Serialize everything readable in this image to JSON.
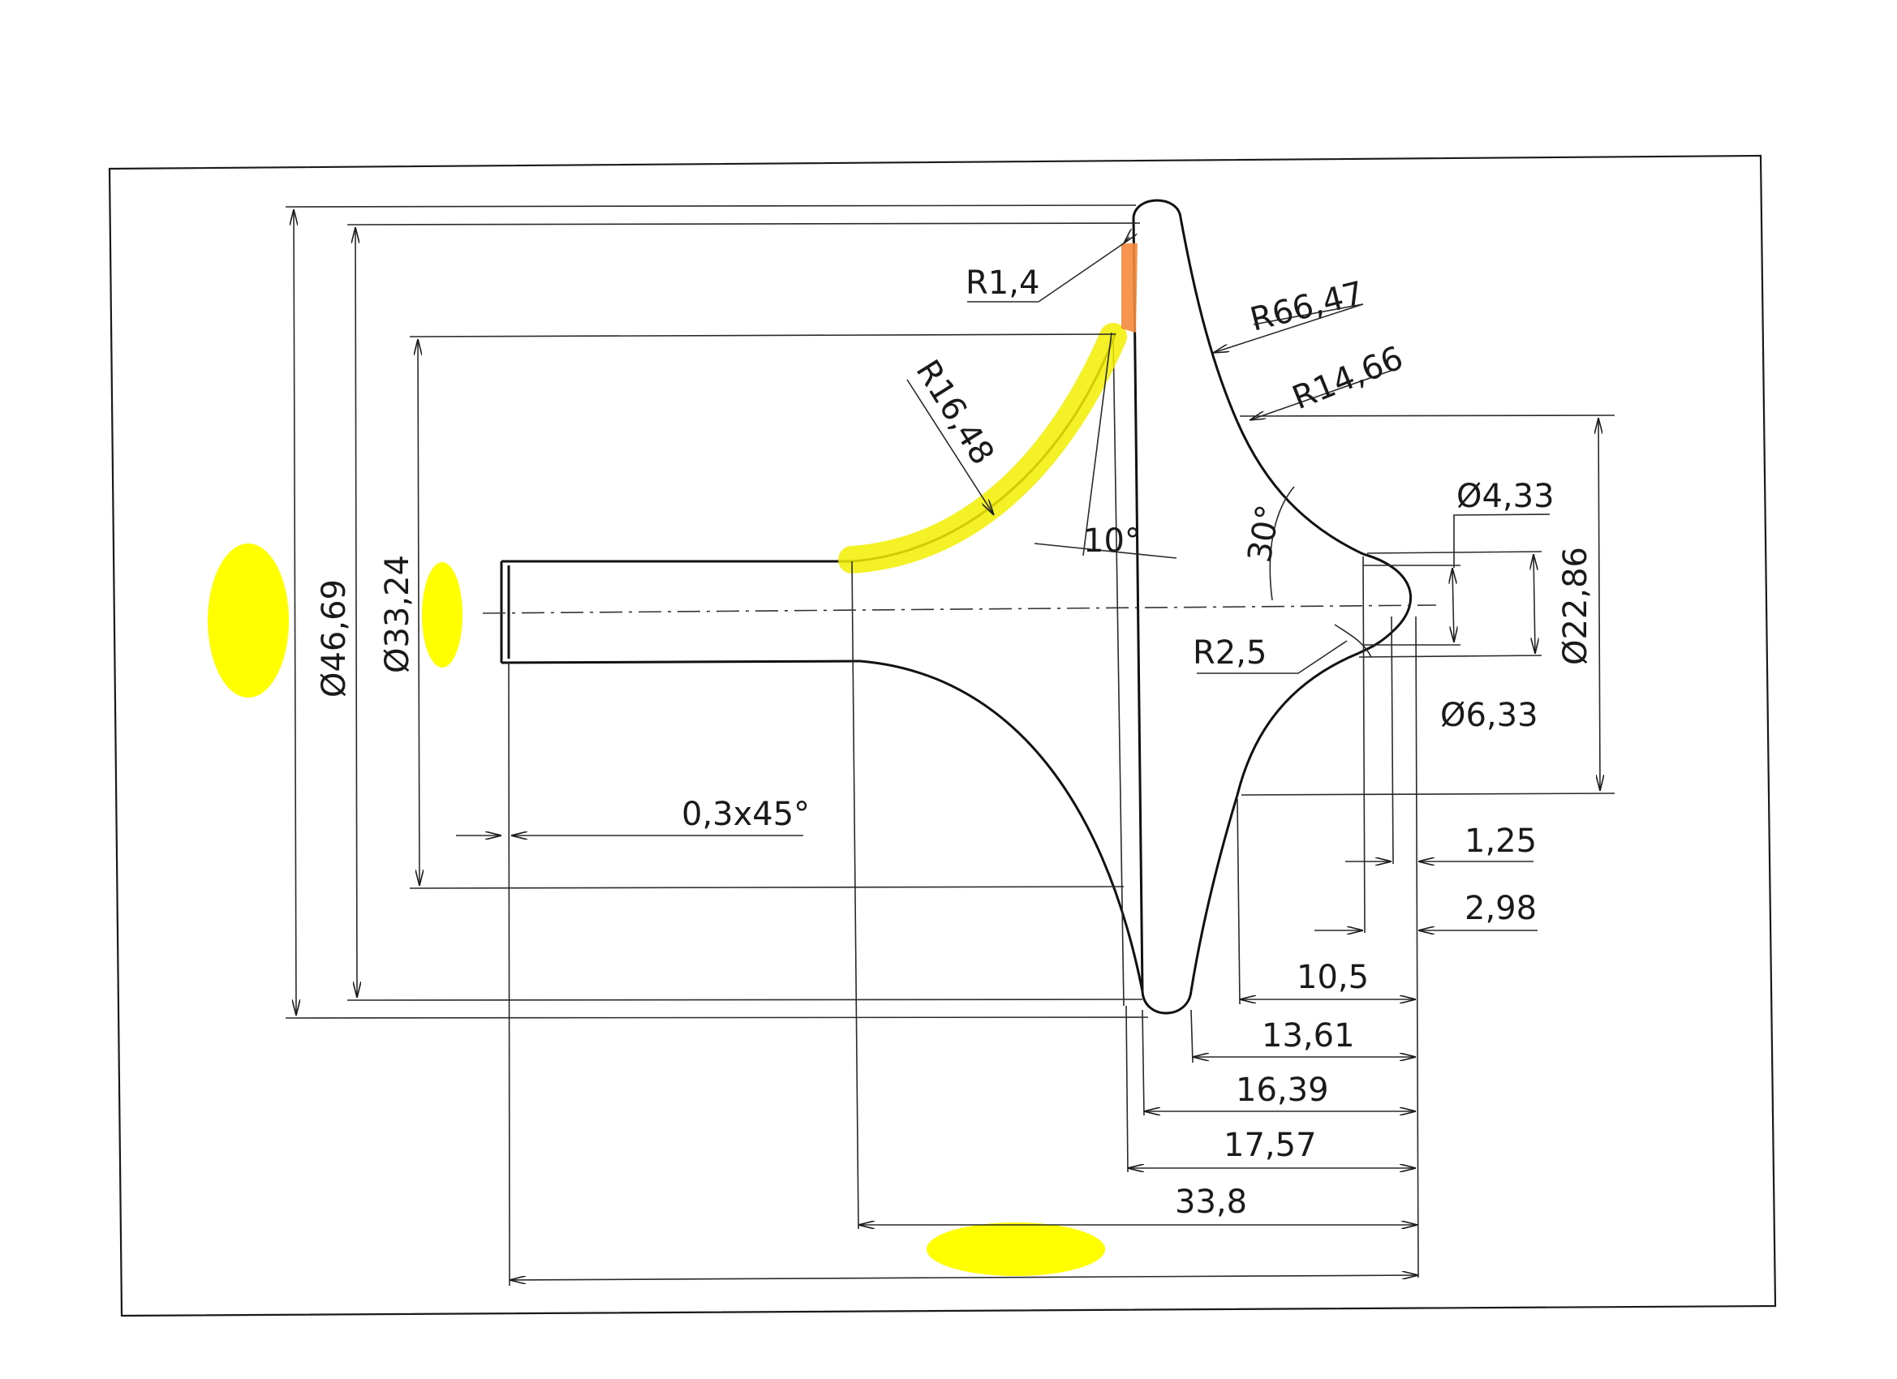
{
  "drawing": {
    "dimensions": {
      "d_46_69": "Ø46,69",
      "d_33_24": "Ø33,24",
      "d_22_86": "Ø22,86",
      "d_4_33": "Ø4,33",
      "d_6_33": "Ø6,33",
      "r_1_4": "R1,4",
      "r_66_47": "R66,47",
      "r_14_66": "R14,66",
      "r_16_48": "R16,48",
      "r_2_5": "R2,5",
      "angle_10": "10°",
      "angle_30": "30°",
      "chamfer": "0,3x45°",
      "len_1_25": "1,25",
      "len_2_98": "2,98",
      "len_10_5": "10,5",
      "len_13_61": "13,61",
      "len_16_39": "16,39",
      "len_17_57": "17,57",
      "len_33_8": "33,8"
    },
    "colors": {
      "line": "#1a1a1a",
      "highlight": "#ffff00",
      "orange_mark": "#f58a3c"
    }
  }
}
